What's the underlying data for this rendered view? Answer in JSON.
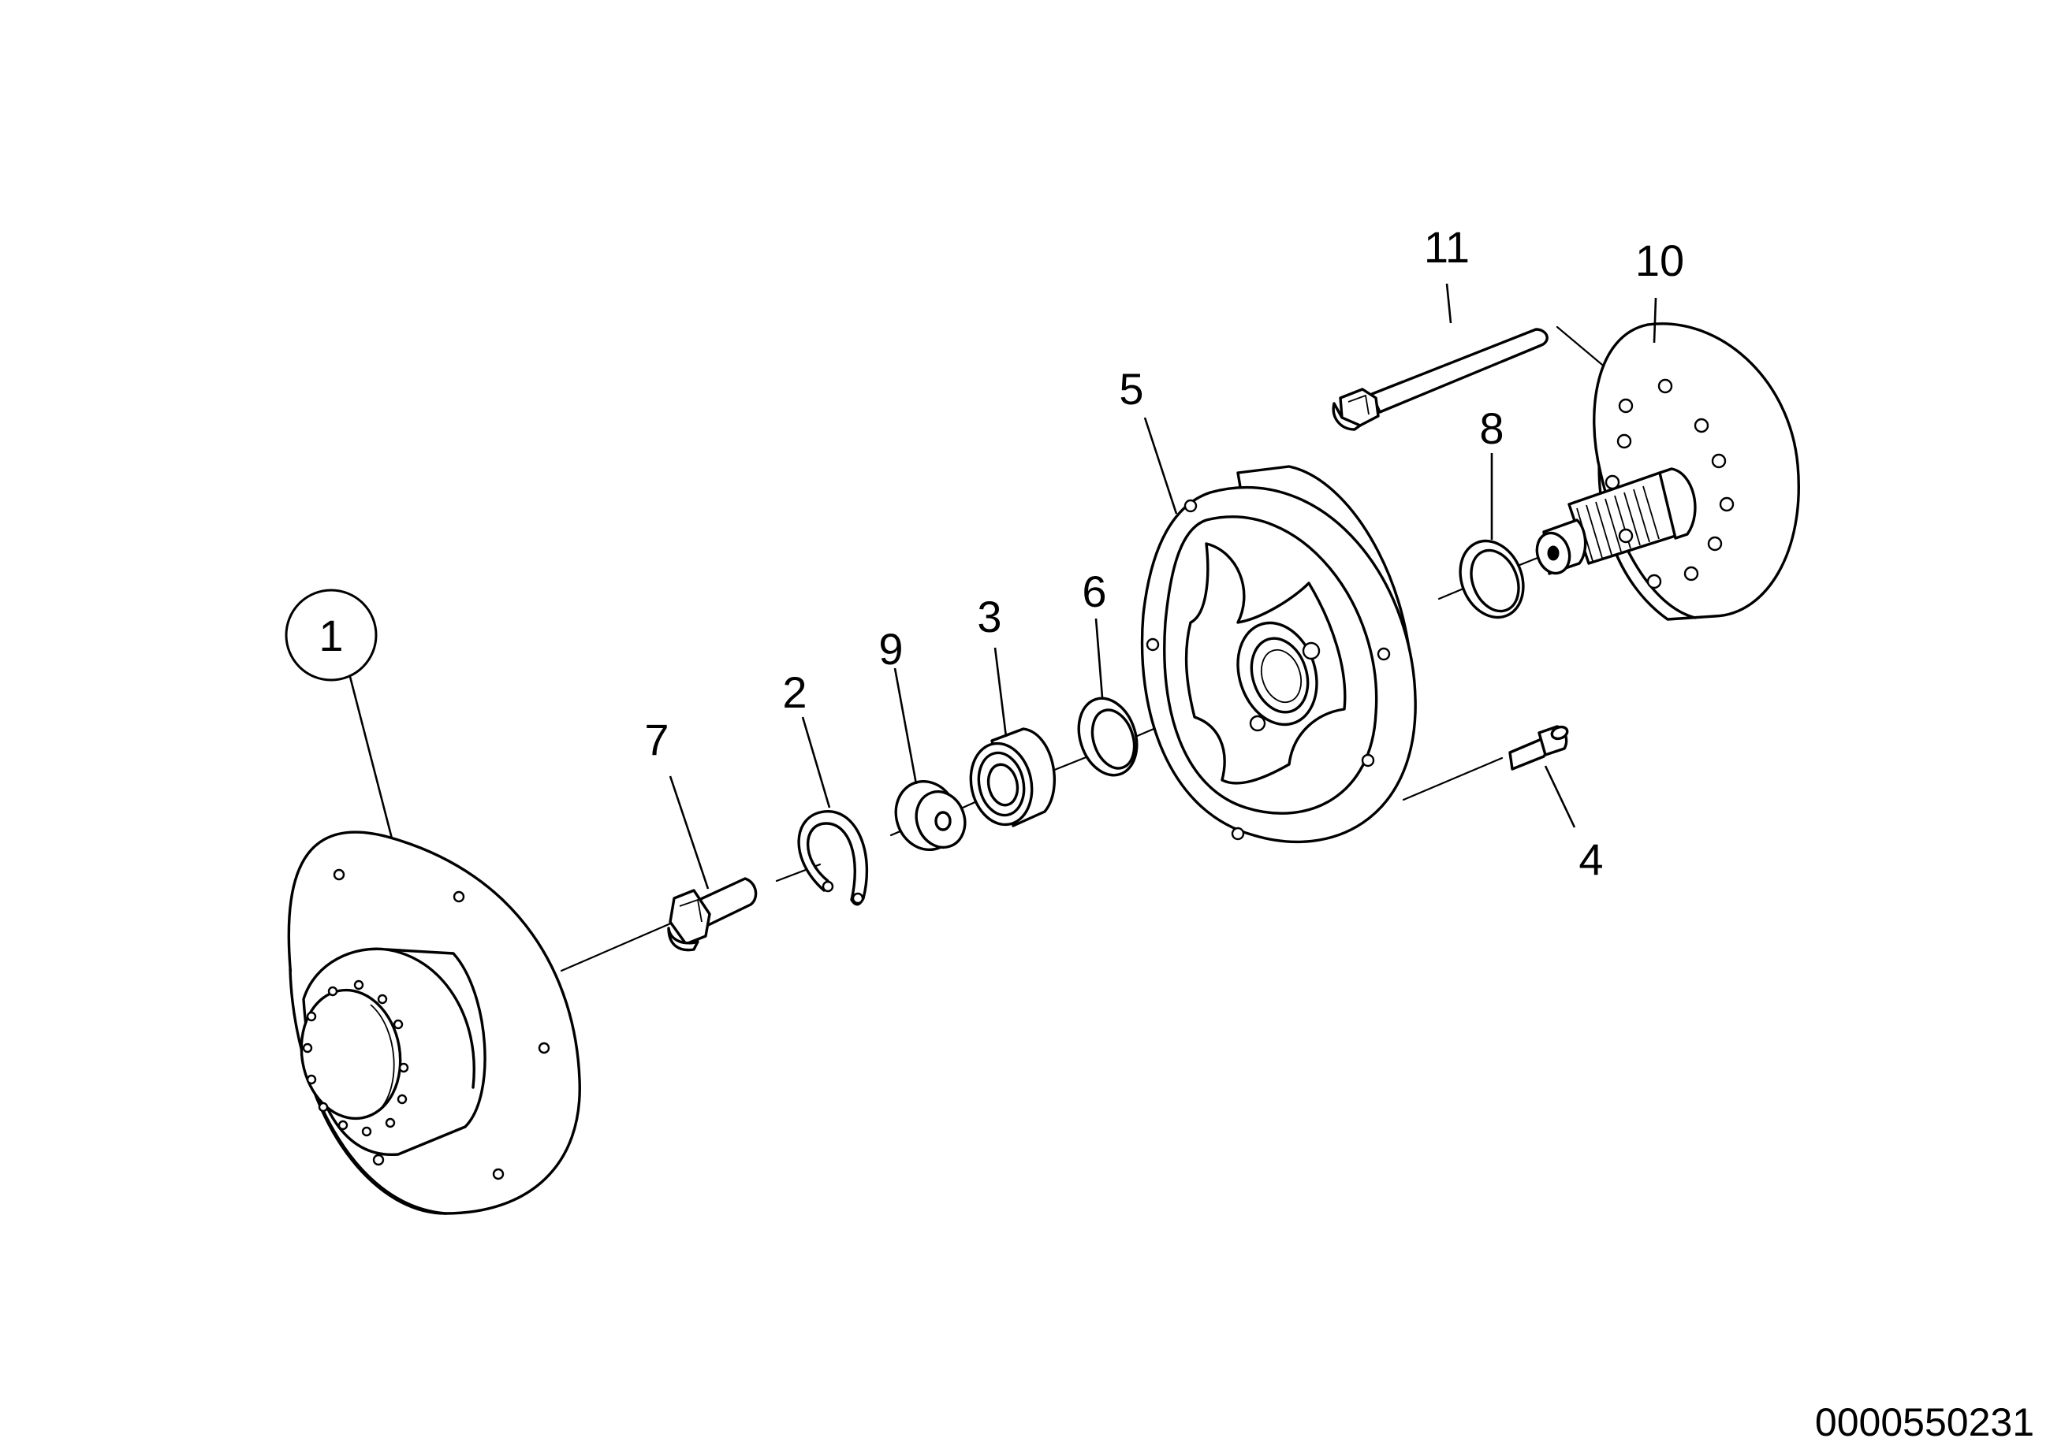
{
  "callouts": {
    "c1": "1",
    "c2": "2",
    "c3": "3",
    "c4": "4",
    "c5": "5",
    "c6": "6",
    "c7": "7",
    "c8": "8",
    "c9": "9",
    "c10": "10",
    "c11": "11"
  },
  "document_number": "0000550231"
}
